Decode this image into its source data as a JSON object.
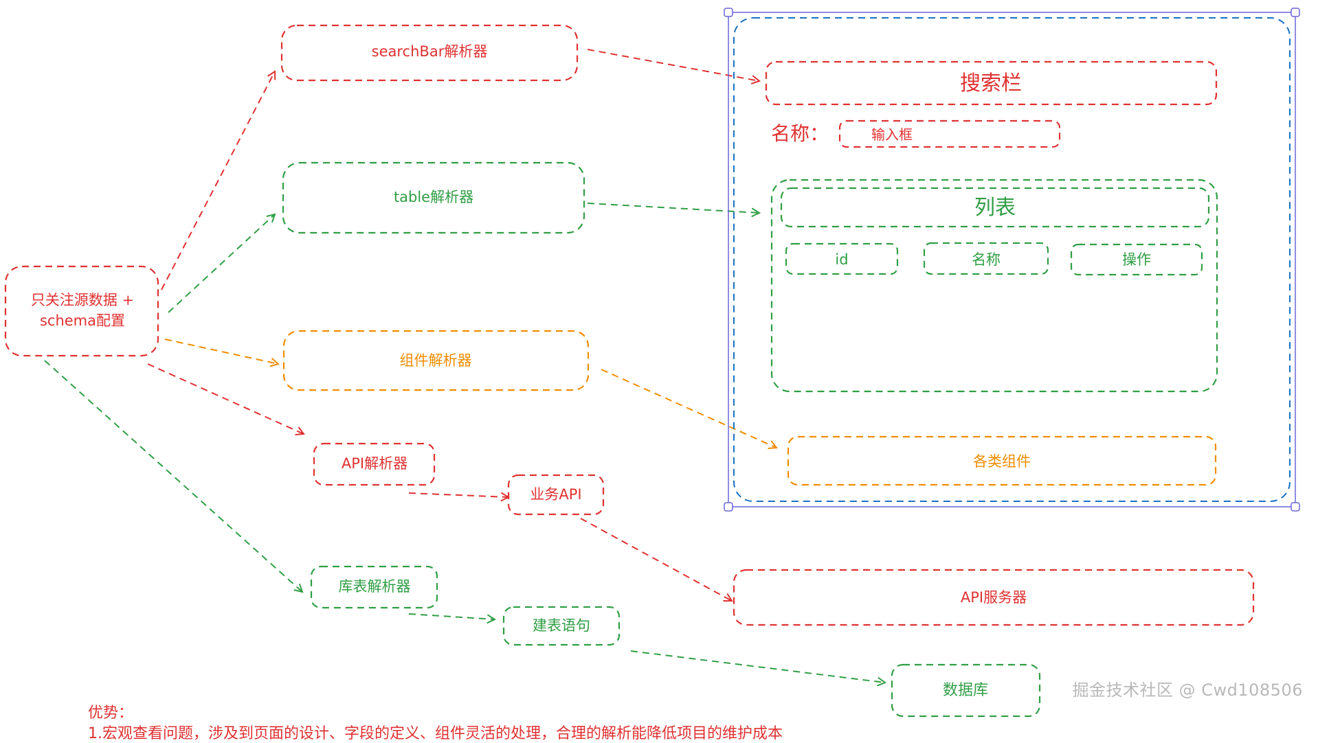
{
  "colors": {
    "red": "#e03131",
    "green": "#2f9e44",
    "orange": "#f08c00",
    "blue": "#1971c2",
    "selection": "#6965db"
  },
  "source": {
    "line1": "只关注源数据 +",
    "line2": "schema配置"
  },
  "parsers": {
    "searchbar": "searchBar解析器",
    "table": "table解析器",
    "component": "组件解析器",
    "api": "API解析器",
    "db_table": "库表解析器"
  },
  "outputs": {
    "business_api": "业务API",
    "create_table_sql": "建表语句",
    "api_server": "API服务器",
    "database": "数据库"
  },
  "page": {
    "search_bar": "搜索栏",
    "name_label": "名称：",
    "input_box": "输入框",
    "list_title": "列表",
    "columns": [
      "id",
      "名称",
      "操作"
    ],
    "components": "各类组件"
  },
  "footer": {
    "heading": "优势：",
    "line1": "1.宏观查看问题，涉及到页面的设计、字段的定义、组件灵活的处理，合理的解析能降低项目的维护成本"
  },
  "watermark": "掘金技术社区 @ Cwd108506"
}
